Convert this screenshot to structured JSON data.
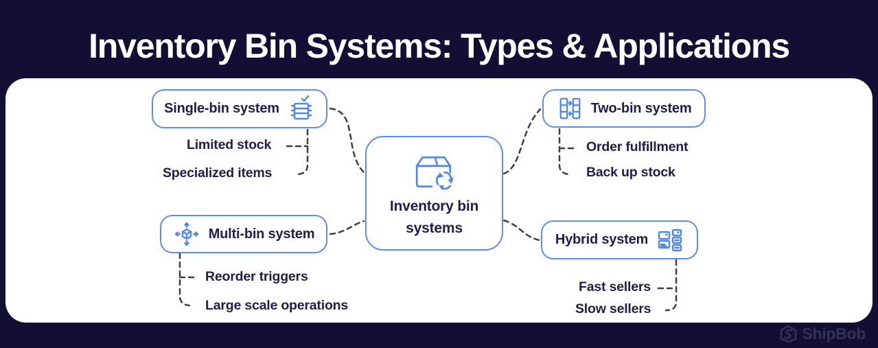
{
  "header": {
    "title": "Inventory Bin Systems: Types & Applications"
  },
  "center": {
    "icon": "package-recycle-icon",
    "label_line1": "Inventory bin",
    "label_line2": "systems"
  },
  "nodes": [
    {
      "label": "Single-bin system",
      "icon": "single-bin-checked-icon",
      "items": [
        "Limited stock",
        "Specialized items"
      ]
    },
    {
      "label": "Two-bin system",
      "icon": "two-bin-transfer-icon",
      "items": [
        "Order fulfillment",
        "Back up stock"
      ]
    },
    {
      "label": "Multi-bin system",
      "icon": "cube-directions-icon",
      "items": [
        "Reorder triggers",
        "Large scale operations"
      ]
    },
    {
      "label": "Hybrid system",
      "icon": "mixed-bins-grid-icon",
      "items": [
        "Fast sellers",
        "Slow sellers"
      ]
    }
  ],
  "footer": {
    "brand": "ShipBob"
  },
  "colors": {
    "background": "#120E34",
    "panel": "#FFFFFF",
    "accent_blue": "#5B8DF0",
    "icon_blue": "#4E86EE",
    "text_navy": "#201C4F",
    "connector_gray": "#3E3E3E",
    "brand_muted": "#343157",
    "title_white": "#FFFFFF"
  }
}
